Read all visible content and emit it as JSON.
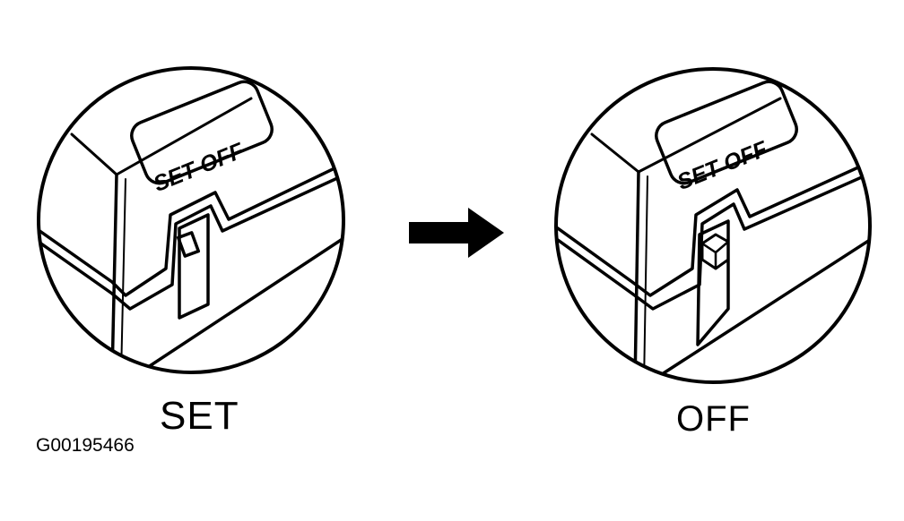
{
  "diagram": {
    "left_panel": {
      "plate_label": "SET OFF",
      "caption": "SET",
      "switch_position": "SET"
    },
    "right_panel": {
      "plate_label": "SET OFF",
      "caption": "OFF",
      "switch_position": "OFF"
    },
    "figure_id": "G00195466",
    "arrow_icon": "right-arrow-icon",
    "line_color": "#000000",
    "background_color": "#ffffff"
  }
}
